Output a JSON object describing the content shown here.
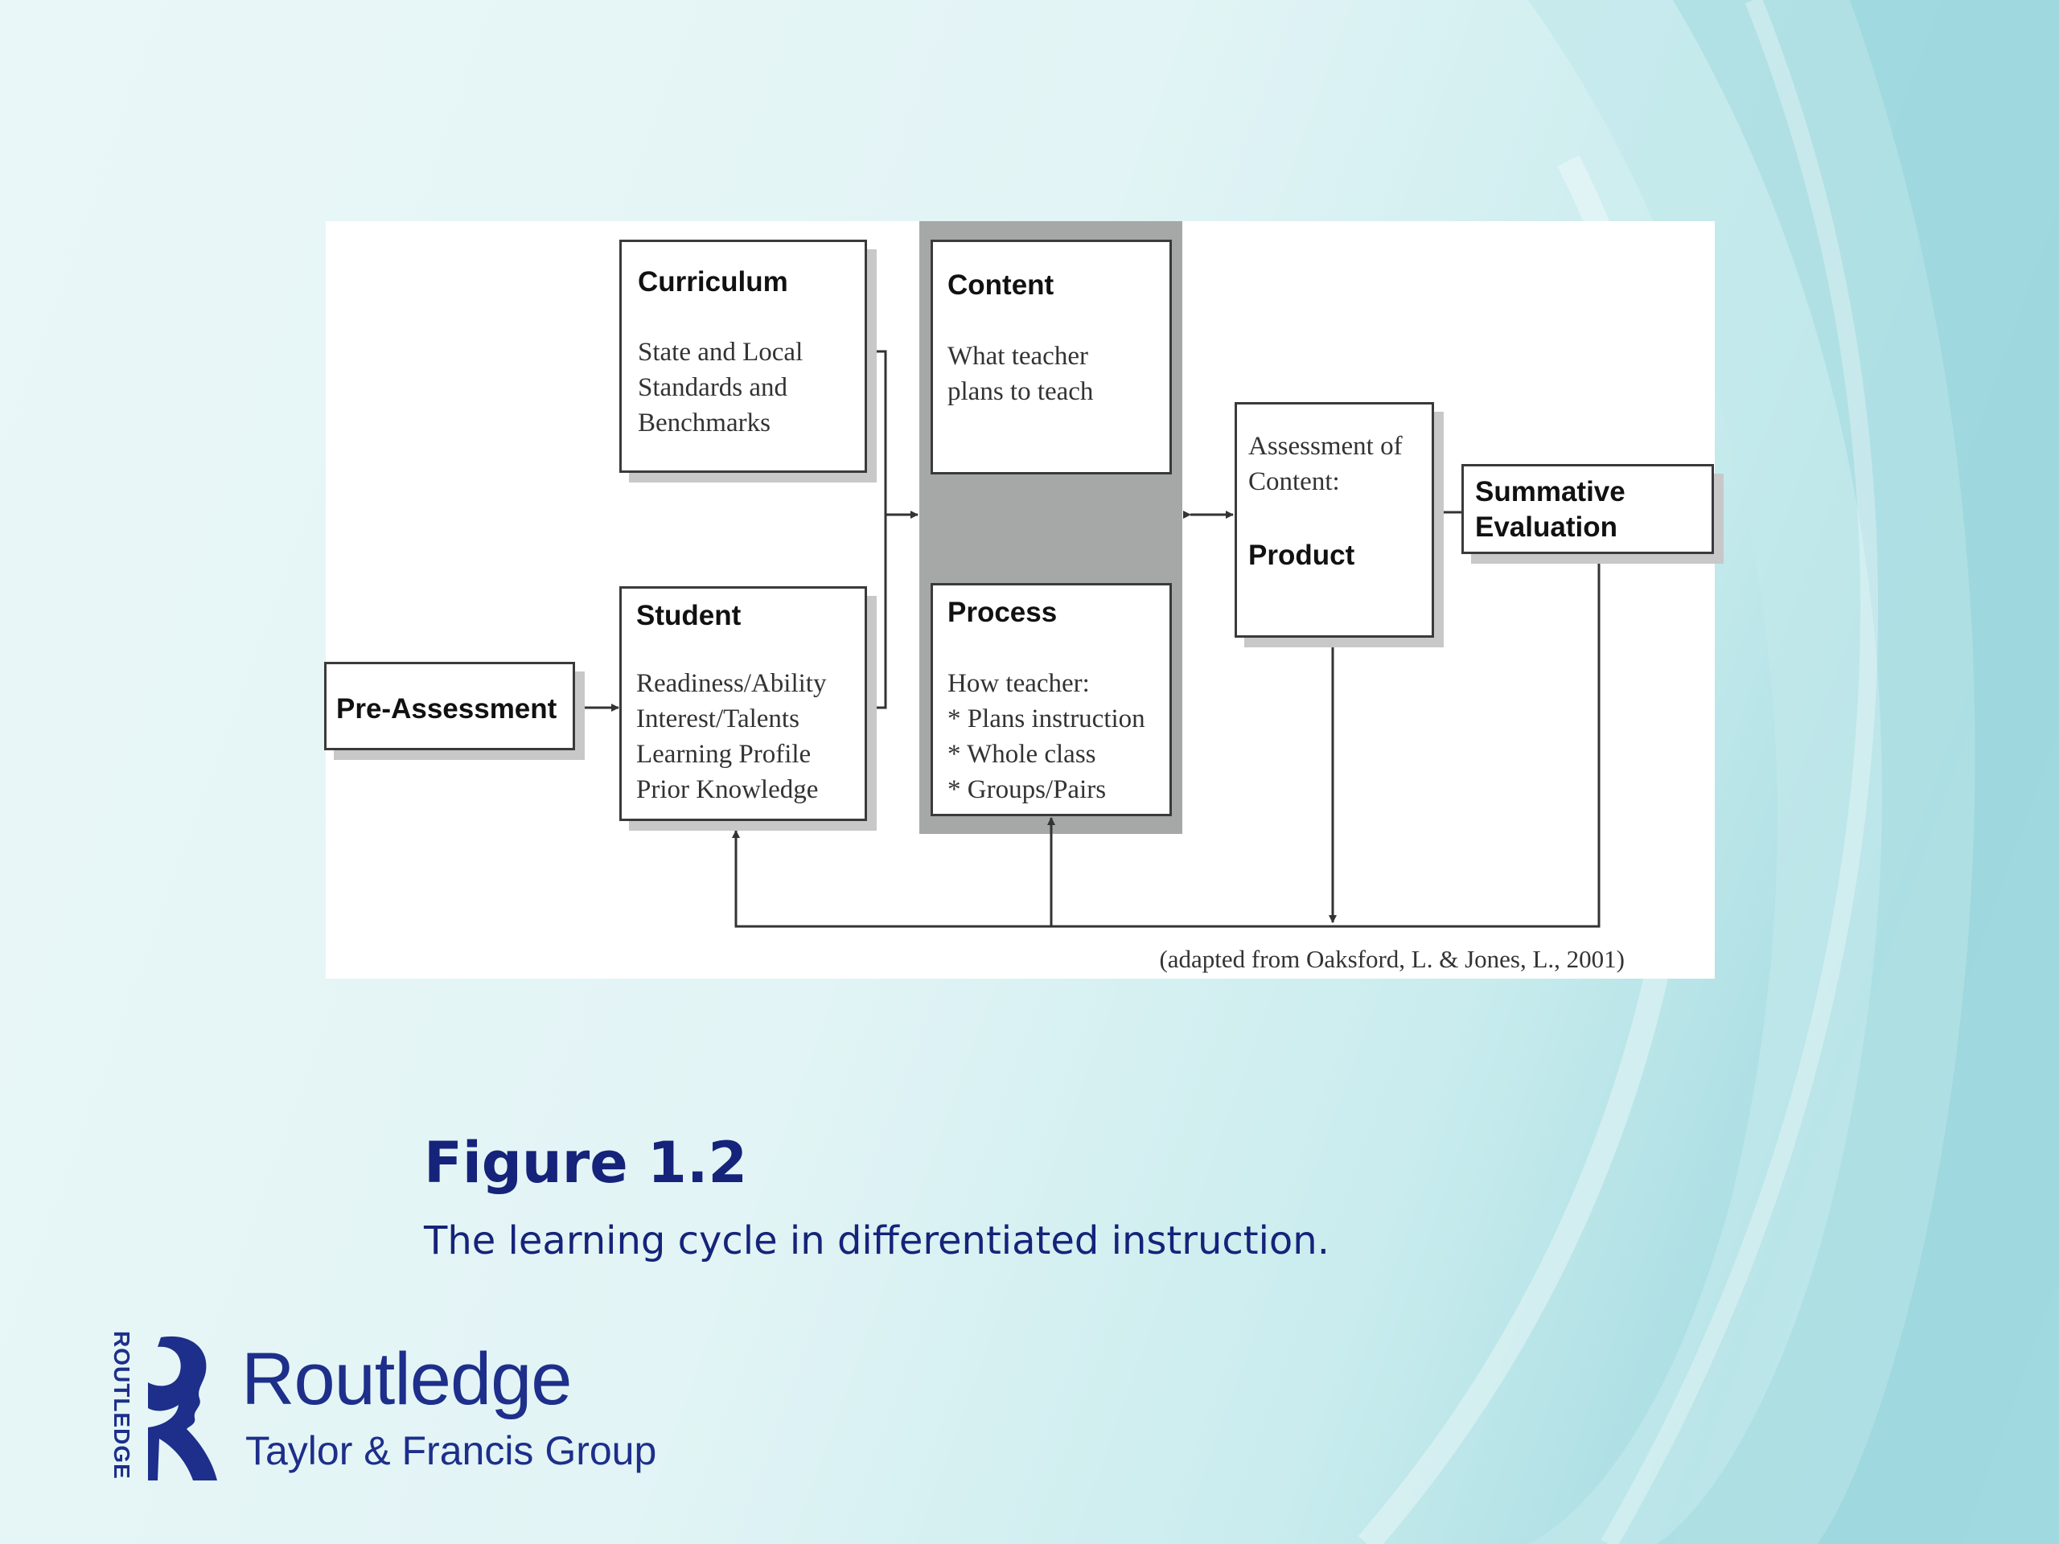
{
  "colors": {
    "heading": "#15237a",
    "brand": "#1d2f8a",
    "box_border": "#3a3a3a",
    "box_shadow": "#c8c8c8",
    "center_band": "#a6a8a7",
    "connector": "#333333"
  },
  "diagram": {
    "boxes": {
      "curriculum": {
        "title": "Curriculum",
        "lines": [
          "State and Local",
          "Standards and",
          "Benchmarks"
        ]
      },
      "student": {
        "title": "Student",
        "lines": [
          "Readiness/Ability",
          "Interest/Talents",
          "Learning Profile",
          "Prior Knowledge"
        ]
      },
      "pre_assessment": {
        "title": "Pre-Assessment"
      },
      "content": {
        "title": "Content",
        "lines": [
          "What teacher",
          "plans to teach"
        ]
      },
      "process": {
        "title": "Process",
        "lines": [
          "How teacher:",
          "* Plans instruction",
          "* Whole class",
          "* Groups/Pairs"
        ]
      },
      "product": {
        "title": "Product",
        "lines": [
          "Assessment of",
          "Content:"
        ]
      },
      "summative": {
        "lines": [
          "Summative",
          "Evaluation"
        ]
      }
    },
    "citation": "(adapted from Oaksford, L. & Jones, L., 2001)"
  },
  "figure": {
    "label": "Figure 1.2",
    "caption": "The learning cycle in differentiated instruction."
  },
  "logo": {
    "name": "Routledge",
    "group": "Taylor & Francis Group",
    "vertical_text": "ROUTLEDGE",
    "icon": "routledge-head-logo-icon"
  }
}
